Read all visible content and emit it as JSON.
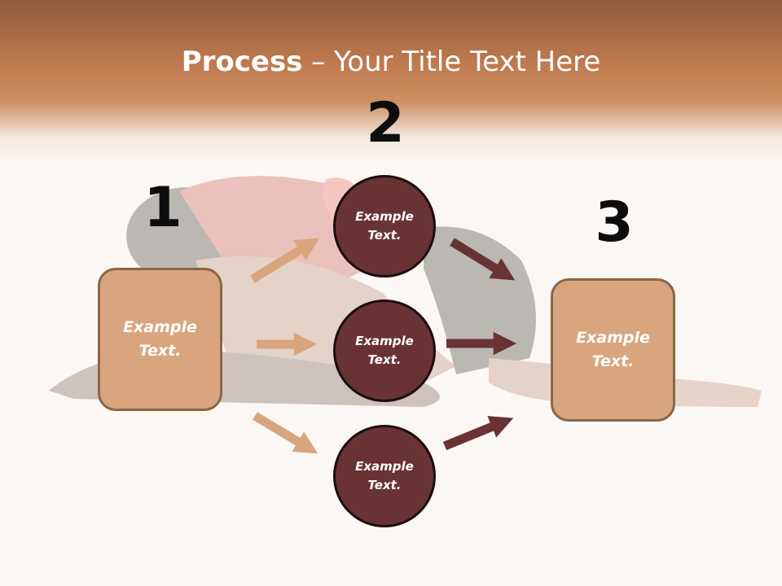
{
  "title": {
    "bold": "Process",
    "rest": " – Your Title Text Here"
  },
  "steps": {
    "one": "1",
    "two": "2",
    "three": "3"
  },
  "left_box": "Example Text.",
  "right_box": "Example Text.",
  "circles": [
    "Example Text.",
    "Example Text.",
    "Example Text."
  ],
  "colors": {
    "box_fill": "#d9a57e",
    "circle_fill": "#6a3333",
    "arrow_light": "#d9a57e",
    "arrow_dark": "#6a3333"
  }
}
